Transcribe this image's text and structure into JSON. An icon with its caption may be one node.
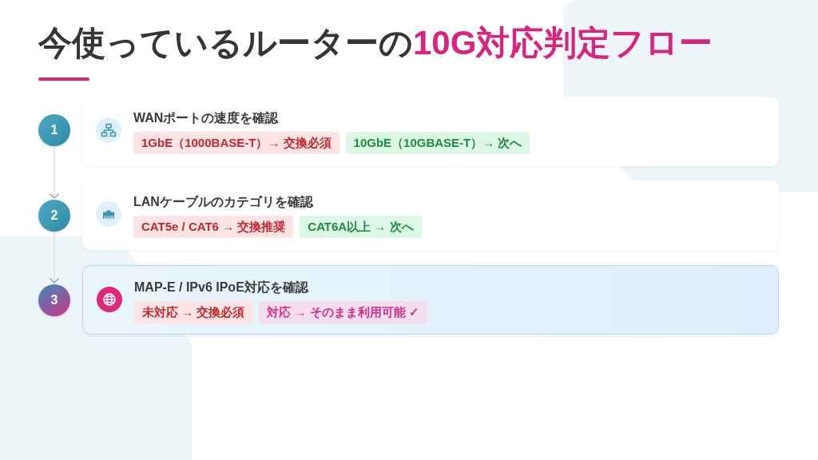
{
  "diagram": {
    "title": "今使っているルーターの**10G対応判定フロー**",
    "nodes": [
      {
        "text": [
          "1"
        ]
      },
      {
        "text": [
          "WANポートの速度を確認"
        ]
      },
      {
        "text": [
          "1GbE（1000BASE-T）→ 交換必須"
        ],
        "in": 1
      },
      {
        "text": [
          "10GbE（10GBASE-T）→ 次へ"
        ],
        "in": 1
      },
      {
        "text": [
          "2"
        ]
      },
      {
        "text": [
          "LANケーブルのカテゴリを確認"
        ]
      },
      {
        "text": [
          "CAT5e / CAT6 → 交換推奨"
        ],
        "in": 5
      },
      {
        "text": [
          "CAT6A以上 → 次へ"
        ],
        "in": 5
      },
      {
        "text": [
          "3"
        ]
      },
      {
        "text": [
          "MAP-E / IPv6 IPoE対応を確認"
        ]
      },
      {
        "text": [
          "未対応 → 交換必須"
        ],
        "in": 9
      },
      {
        "text": [
          "対応 → そのまま利用可能 ✓"
        ],
        "in": 9
      }
    ],
    "edges": [
      {
        "from": 0,
        "to": 4,
        "arrow": "to"
      },
      {
        "from": 4,
        "to": 8,
        "arrow": "to"
      }
    ]
  }
}
